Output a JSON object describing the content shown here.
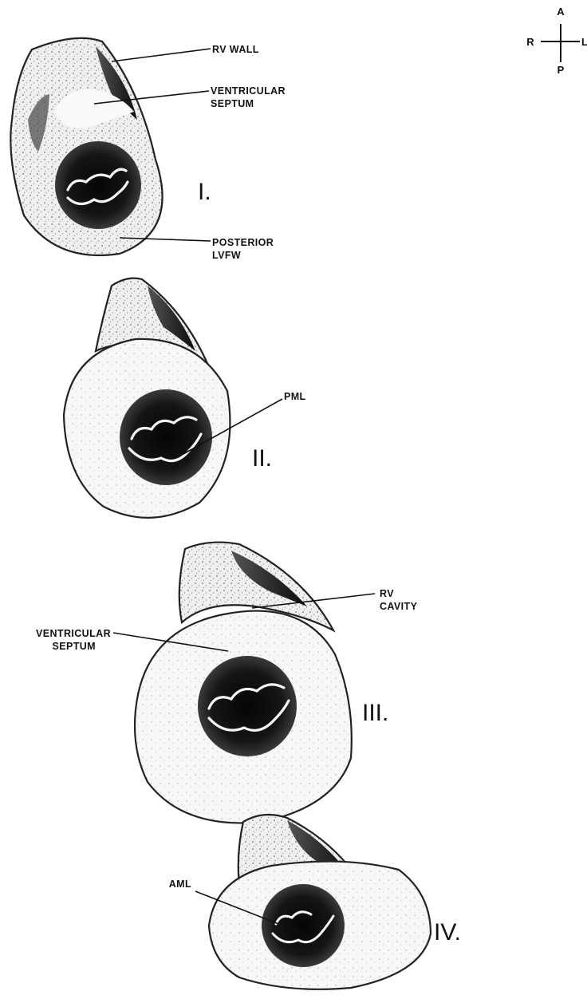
{
  "orientation": {
    "anterior": "A",
    "right": "R",
    "left": "L",
    "posterior": "P"
  },
  "sections": [
    {
      "numeral": "I.",
      "labels": [
        {
          "lines": [
            "RV WALL"
          ]
        },
        {
          "lines": [
            "VENTRICULAR",
            "SEPTUM"
          ]
        },
        {
          "lines": [
            "POSTERIOR",
            "LVFW"
          ]
        }
      ]
    },
    {
      "numeral": "II.",
      "labels": [
        {
          "lines": [
            "PML"
          ]
        }
      ]
    },
    {
      "numeral": "III.",
      "labels": [
        {
          "lines": [
            "RV",
            "CAVITY"
          ]
        },
        {
          "lines": [
            "VENTRICULAR",
            "SEPTUM"
          ]
        }
      ]
    },
    {
      "numeral": "IV.",
      "labels": [
        {
          "lines": [
            "AML"
          ]
        }
      ]
    }
  ]
}
